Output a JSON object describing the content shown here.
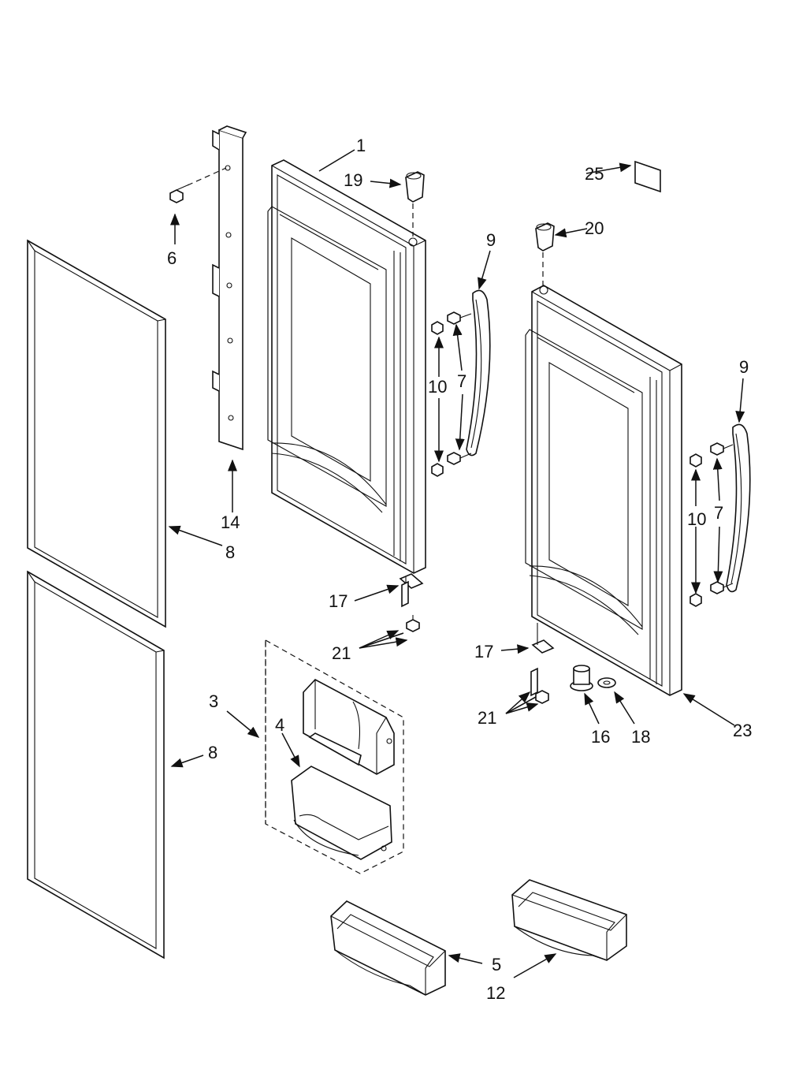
{
  "callouts": {
    "c1": "1",
    "c3": "3",
    "c4": "4",
    "c5": "5",
    "c6": "6",
    "c7a": "7",
    "c7b": "7",
    "c8a": "8",
    "c8b": "8",
    "c9a": "9",
    "c9b": "9",
    "c10a": "10",
    "c10b": "10",
    "c12": "12",
    "c14": "14",
    "c16": "16",
    "c17a": "17",
    "c17b": "17",
    "c18": "18",
    "c19": "19",
    "c20": "20",
    "c21a": "21",
    "c21b": "21",
    "c23": "23",
    "c25": "25"
  },
  "colors": {
    "line": "#111111",
    "shade": "#e6e6e6",
    "background": "#ffffff"
  }
}
